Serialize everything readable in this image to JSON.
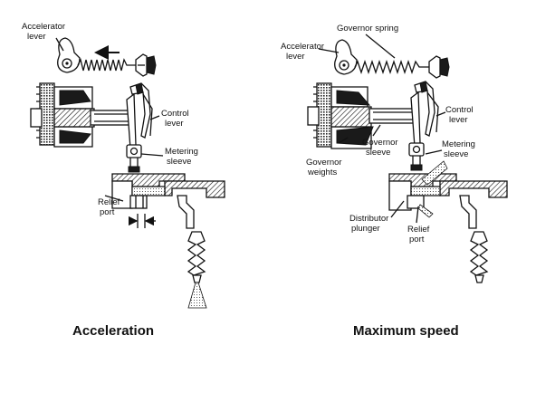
{
  "left_diagram": {
    "caption": "Acceleration",
    "labels": {
      "accelerator_lever": [
        "Accelerator",
        "lever"
      ],
      "control_lever": [
        "Control",
        "lever"
      ],
      "metering_sleeve": [
        "Metering",
        "sleeve"
      ],
      "relief_port": [
        "Relief",
        "port"
      ]
    }
  },
  "right_diagram": {
    "caption": "Maximum speed",
    "labels": {
      "governor_spring": "Governor spring",
      "accelerator_lever": [
        "Accelerator",
        "lever"
      ],
      "control_lever": [
        "Control",
        "lever"
      ],
      "metering_sleeve": [
        "Metering",
        "sleeve"
      ],
      "governor_weights": [
        "Governor",
        "weights"
      ],
      "governor_sleeve": [
        "Governor",
        "sleeve"
      ],
      "distributor_plunger": [
        "Distributor",
        "plunger"
      ],
      "relief_port": [
        "Relief",
        "port"
      ]
    }
  },
  "colors": {
    "ink": "#111111",
    "background": "#ffffff"
  }
}
